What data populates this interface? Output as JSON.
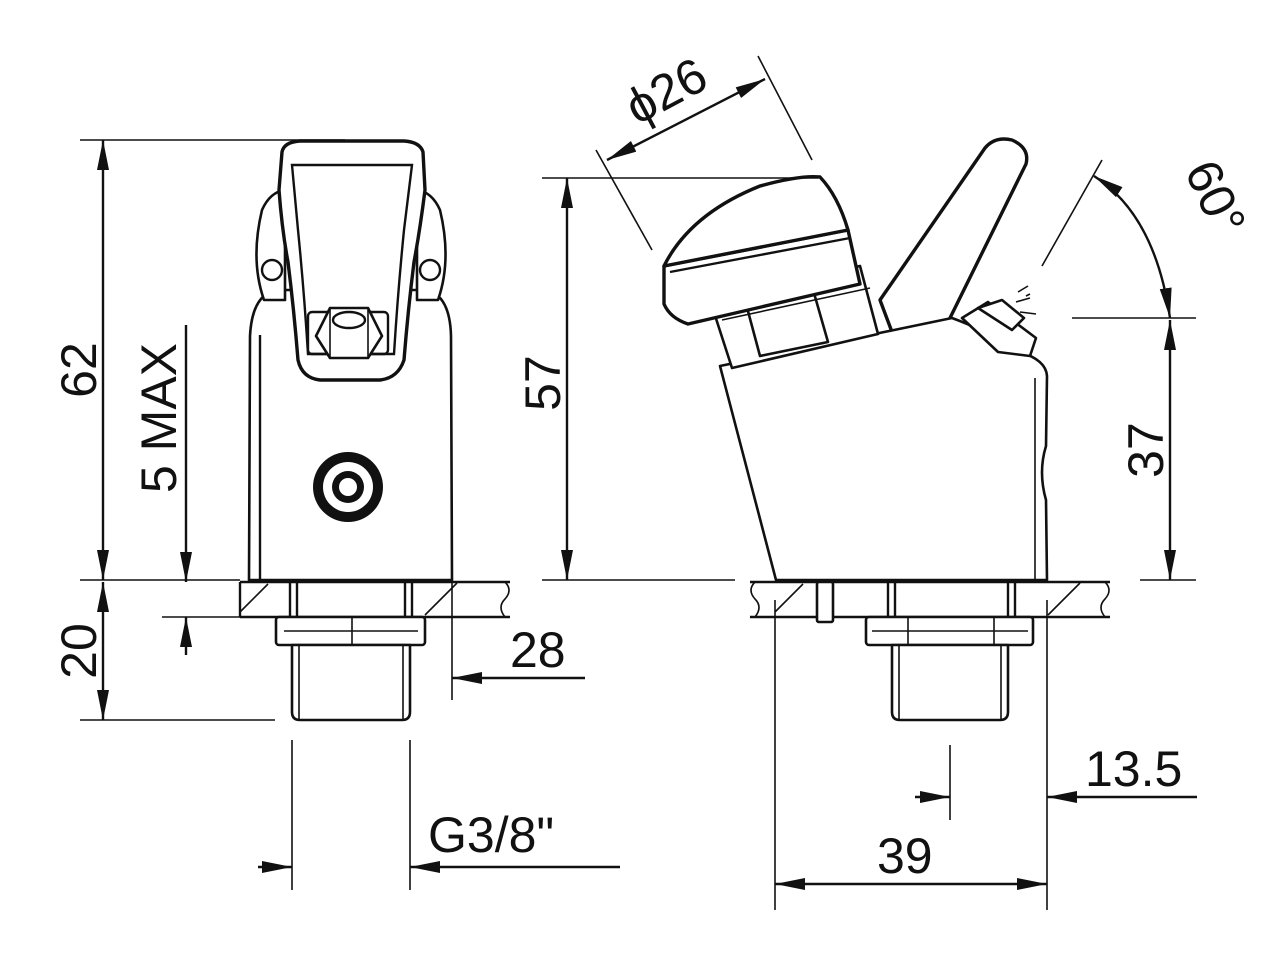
{
  "dimensions": {
    "height_total": "62",
    "depth_max": "5 MAX",
    "shank_height": "20",
    "nut_offset": "28",
    "thread": "G3/8\"",
    "diameter": "ϕ26",
    "side_height": "57",
    "angle": "60°",
    "outlet_height": "37",
    "offset": "13.5",
    "depth": "39"
  }
}
